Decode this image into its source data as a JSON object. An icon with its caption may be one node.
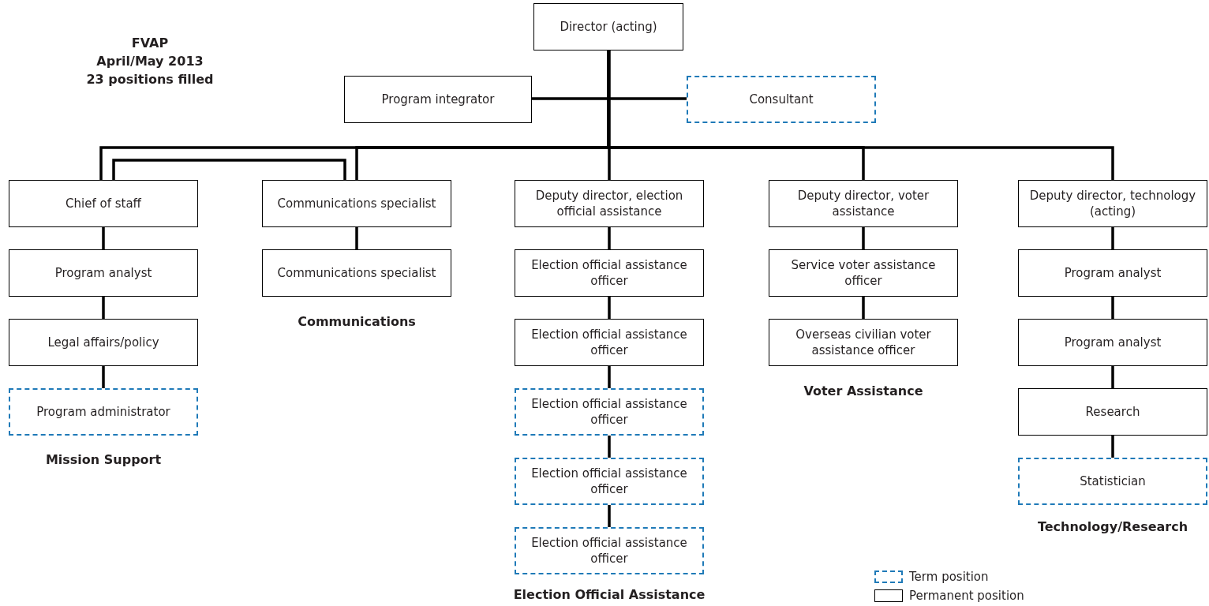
{
  "diagram": {
    "title": "FVAP",
    "nodes": [
      {
        "text": [
          "Director (acting)"
        ]
      },
      {
        "text": [
          "Program integrator"
        ]
      },
      {
        "text": [
          "Consultant"
        ]
      },
      {
        "text": [
          "Chief of staff"
        ]
      },
      {
        "text": [
          "Program analyst"
        ]
      },
      {
        "text": [
          "Legal affairs/policy"
        ]
      },
      {
        "text": [
          "Program administrator"
        ]
      },
      {
        "text": [
          "Communications specialist"
        ]
      },
      {
        "text": [
          "Communications specialist"
        ]
      },
      {
        "text": [
          "Deputy director, election official assistance"
        ]
      },
      {
        "text": [
          "Election official assistance officer"
        ]
      },
      {
        "text": [
          "Election official assistance officer"
        ]
      },
      {
        "text": [
          "Election official assistance officer"
        ]
      },
      {
        "text": [
          "Election official assistance officer"
        ]
      },
      {
        "text": [
          "Election official assistance officer"
        ]
      },
      {
        "text": [
          "Deputy director, voter assistance"
        ]
      },
      {
        "text": [
          "Service voter assistance officer"
        ]
      },
      {
        "text": [
          "Overseas civilian voter assistance officer"
        ]
      },
      {
        "text": [
          "Deputy director, technology (acting)"
        ]
      },
      {
        "text": [
          "Program analyst"
        ]
      },
      {
        "text": [
          "Program analyst"
        ]
      },
      {
        "text": [
          "Research"
        ]
      },
      {
        "text": [
          "Statistician"
        ]
      }
    ],
    "edges": [
      {
        "from": 0,
        "to": 1,
        "arrow": "none"
      },
      {
        "from": 0,
        "to": 2,
        "arrow": "none"
      },
      {
        "from": 0,
        "to": 3,
        "arrow": "none"
      },
      {
        "from": 0,
        "to": 7,
        "arrow": "none"
      },
      {
        "from": 0,
        "to": 9,
        "arrow": "none"
      },
      {
        "from": 0,
        "to": 15,
        "arrow": "none"
      },
      {
        "from": 0,
        "to": 18,
        "arrow": "none"
      },
      {
        "from": 3,
        "to": 7,
        "arrow": "none"
      },
      {
        "from": 3,
        "to": 4,
        "arrow": "none"
      },
      {
        "from": 4,
        "to": 5,
        "arrow": "none"
      },
      {
        "from": 5,
        "to": 6,
        "arrow": "none"
      },
      {
        "from": 7,
        "to": 8,
        "arrow": "none"
      },
      {
        "from": 9,
        "to": 10,
        "arrow": "none"
      },
      {
        "from": 10,
        "to": 11,
        "arrow": "none"
      },
      {
        "from": 11,
        "to": 12,
        "arrow": "none"
      },
      {
        "from": 12,
        "to": 13,
        "arrow": "none"
      },
      {
        "from": 13,
        "to": 14,
        "arrow": "none"
      },
      {
        "from": 15,
        "to": 16,
        "arrow": "none"
      },
      {
        "from": 16,
        "to": 17,
        "arrow": "none"
      },
      {
        "from": 18,
        "to": 19,
        "arrow": "none"
      },
      {
        "from": 19,
        "to": 20,
        "arrow": "none"
      },
      {
        "from": 20,
        "to": 21,
        "arrow": "none"
      },
      {
        "from": 21,
        "to": 22,
        "arrow": "none"
      }
    ],
    "labels": [
      "April/May 2013",
      "23 positions filled",
      "Communications",
      "Voter Assistance",
      "Mission Support",
      "Technology/Research",
      "Election Official Assistance"
    ],
    "legend": [
      {
        "text": "Term position"
      },
      {
        "text": "Permanent position"
      }
    ]
  }
}
